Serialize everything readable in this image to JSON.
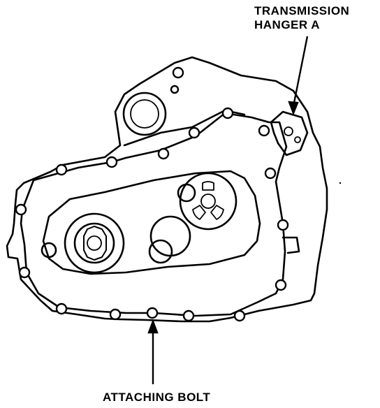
{
  "labels": {
    "hanger_line1": "TRANSMISSION",
    "hanger_line2": "HANGER A",
    "attaching_bolt": "ATTACHING BOLT"
  },
  "colors": {
    "ink": "#000000",
    "paper": "#ffffff"
  }
}
